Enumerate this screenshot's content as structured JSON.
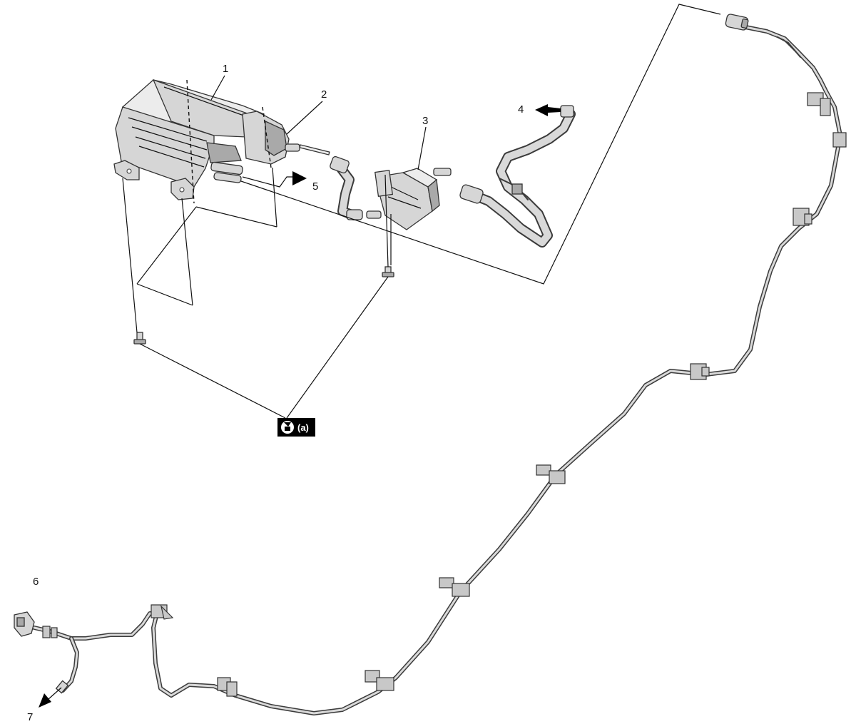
{
  "callouts": {
    "c1": "1",
    "c2": "2",
    "c3": "3",
    "c4": "4",
    "c5": "5",
    "c6": "6",
    "c7": "7"
  },
  "torque_badge": {
    "icon": "wrench-icon",
    "label": "(a)"
  },
  "colors": {
    "line": "#111111",
    "part_fill": "#d6d6d6",
    "badge": "#000000"
  }
}
